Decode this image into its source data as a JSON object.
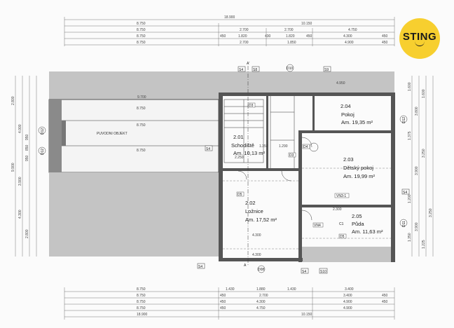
{
  "dims": {
    "top_total": "18.900",
    "top_row1": [
      "8.750",
      "10.150"
    ],
    "top_row2": [
      "8.750",
      "2.700",
      "2.700",
      "4.750"
    ],
    "top_row3": [
      "8.750",
      "450",
      "1.820",
      "430",
      "1.820",
      "450",
      "4.300",
      "450"
    ],
    "top_row4": [
      "8.750",
      "2.700",
      "1.850",
      "4.900",
      "450"
    ],
    "bottom_row1": [
      "8.750",
      "1.430",
      "1.880",
      "1.430",
      "3.400"
    ],
    "bottom_row2": [
      "8.750",
      "450",
      "2.700",
      "3.400",
      "450"
    ],
    "bottom_row3": [
      "8.750",
      "450",
      "4.300",
      "4.900",
      "450"
    ],
    "bottom_row4": [
      "8.750",
      "450",
      "4.750",
      "4.900"
    ],
    "bottom_total": [
      "18.900",
      "10.150"
    ],
    "left_col": [
      "2.800",
      "4.000",
      "3.900",
      "4.300",
      "2.800",
      "9.900",
      "950",
      "850",
      "950"
    ],
    "right_col": [
      "1.600",
      "3.800",
      "1.375",
      "1.600",
      "3.900",
      "1.200",
      "1.350",
      "3.900",
      "3.250",
      "3.250",
      "1.225"
    ],
    "inner": [
      "9.700",
      "2.250",
      "4.300",
      "4.300",
      "1.290",
      "4.950",
      "1.350",
      "2.300"
    ]
  },
  "labels": {
    "old_building": "PUVODNI OBJEKT",
    "old_dims": [
      "8.750",
      "8.750",
      "8.750"
    ]
  },
  "rooms": [
    {
      "no": "2.01",
      "name": "Schodiště",
      "area": "Am. 10,13 m²"
    },
    {
      "no": "2.02",
      "name": "Ložnice",
      "area": "Am. 17,52 m²"
    },
    {
      "no": "2.03",
      "name": "Dětský pokoj",
      "area": "Am. 19,99 m²"
    },
    {
      "no": "2.04",
      "name": "Pokoj",
      "area": "Am. 19,35 m²"
    },
    {
      "no": "2.05",
      "name": "Půda",
      "area": "Am. 11,63 m²"
    }
  ],
  "tags": {
    "sections": [
      "S4",
      "S8",
      "S9",
      "S4",
      "S4",
      "S4",
      "S10",
      "S4"
    ],
    "axes": [
      "D10",
      "D08",
      "D12",
      "D11",
      "D12",
      "D12"
    ],
    "doors": [
      "D3",
      "D3",
      "D4",
      "D5",
      "D5"
    ],
    "misc": [
      "VN4",
      "VN3-1",
      "C1",
      "A",
      "A'"
    ]
  },
  "brand": {
    "name": "STING",
    "color": "#f7cf2f"
  }
}
